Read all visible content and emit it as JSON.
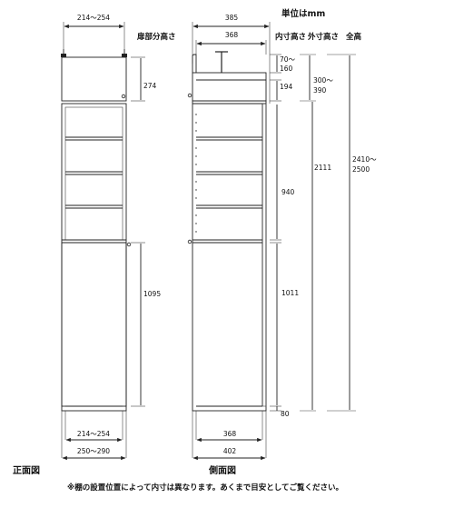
{
  "unit_label": "単位はmm",
  "header": {
    "door_height": "扉部分高さ",
    "inner_height": "内寸高さ",
    "outer_height": "外寸高さ",
    "total_height": "全高"
  },
  "front": {
    "caption": "正面図",
    "top_width": "214〜254",
    "upper_door": "274",
    "lower_door": "1095",
    "bottom_inner": "214〜254",
    "bottom_outer": "250〜290"
  },
  "side": {
    "caption": "側面図",
    "top_outer": "385",
    "top_inner": "368",
    "bottom_inner": "368",
    "bottom_outer": "402",
    "inner": {
      "a_line1": "70〜",
      "a_line2": "160",
      "b": "194",
      "c": "940",
      "d": "1011",
      "e": "80"
    },
    "outer": {
      "top_line1": "300〜",
      "top_line2": "390",
      "main": "2111"
    },
    "total": {
      "line1": "2410〜",
      "line2": "2500"
    }
  },
  "footnote": "※棚の設置位置によって内寸は異なります。あくまで目安としてご覧ください。"
}
